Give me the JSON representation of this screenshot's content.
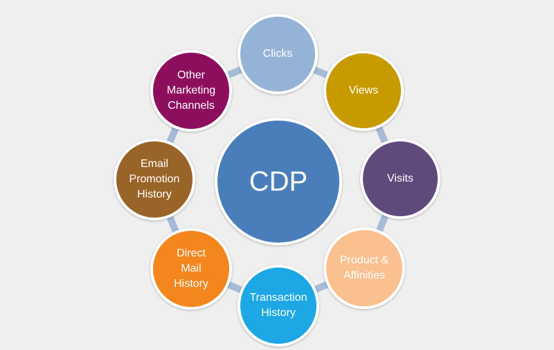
{
  "center": {
    "label": "CDP",
    "color": "#4a7ebb"
  },
  "nodes": [
    {
      "label": "Clicks",
      "color": "#95b3d7"
    },
    {
      "label": "Views",
      "color": "#c79a00"
    },
    {
      "label": "Visits",
      "color": "#60497b"
    },
    {
      "label": "Product &\nAffinities",
      "color": "#fac090"
    },
    {
      "label": "Transaction\nHistory",
      "color": "#1da8e5"
    },
    {
      "label": "Direct\nMail\nHistory",
      "color": "#f4861e"
    },
    {
      "label": "Email\nPromotion\nHistory",
      "color": "#996428"
    },
    {
      "label": "Other\nMarketing\nChannels",
      "color": "#8e0e5e"
    }
  ],
  "connector_color": "#a6bbd8"
}
